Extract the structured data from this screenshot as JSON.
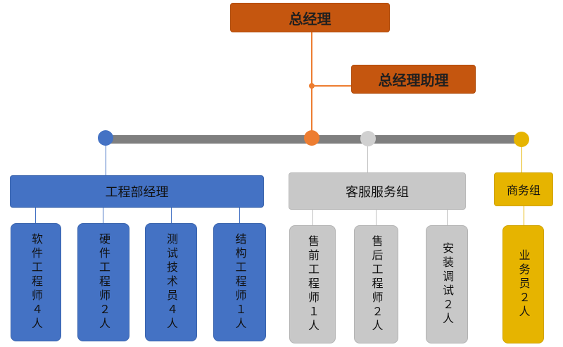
{
  "top": {
    "gm": "总经理",
    "assistant": "总经理助理"
  },
  "departments": [
    {
      "name": "工程部经理",
      "members": [
        "软件工程师４人",
        "硬件工程师２人",
        "测试技术员４人",
        "结构工程师１人"
      ]
    },
    {
      "name": "客服服务组",
      "members": [
        "售前工程师１人",
        "售后工程师２人",
        "安装调试２人"
      ]
    },
    {
      "name": "商务组",
      "members": [
        "业务员２人"
      ]
    }
  ],
  "colors": {
    "gm": "#c5560f",
    "engineering": "#4472c4",
    "service": "#c8c8c8",
    "business": "#e6b400",
    "bus": "#7f7f7f",
    "node_orange": "#ed7d31"
  }
}
